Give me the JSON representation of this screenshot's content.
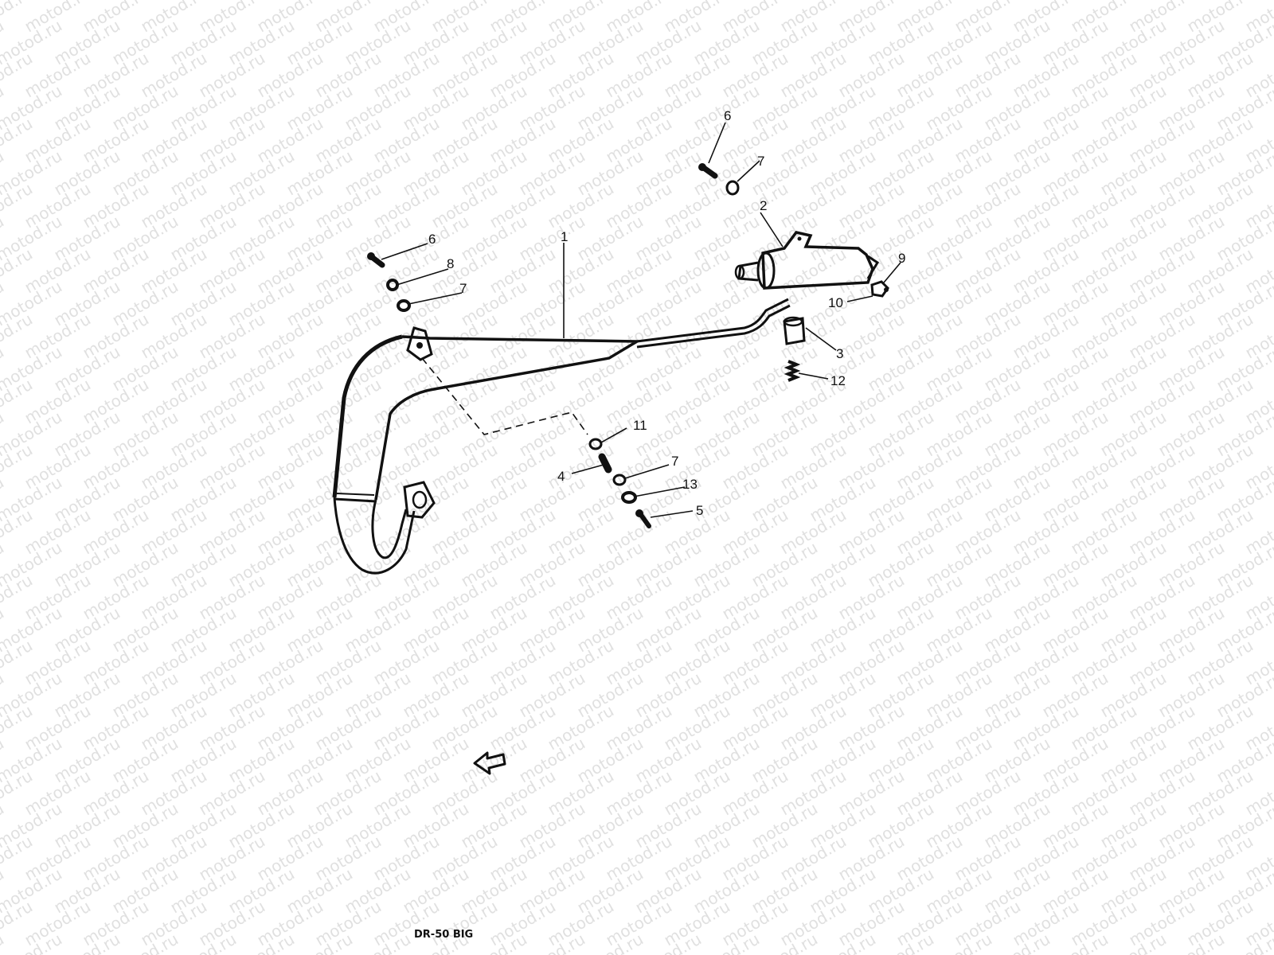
{
  "watermark": "motod.ru",
  "model_label": "DR-50 BIG",
  "callouts": {
    "c1": "1",
    "c2": "2",
    "c3": "3",
    "c4": "4",
    "c5": "5",
    "c6a": "6",
    "c6b": "6",
    "c7a": "7",
    "c7b": "7",
    "c7c": "7",
    "c8": "8",
    "c9": "9",
    "c10": "10",
    "c11": "11",
    "c12": "12",
    "c13": "13"
  }
}
